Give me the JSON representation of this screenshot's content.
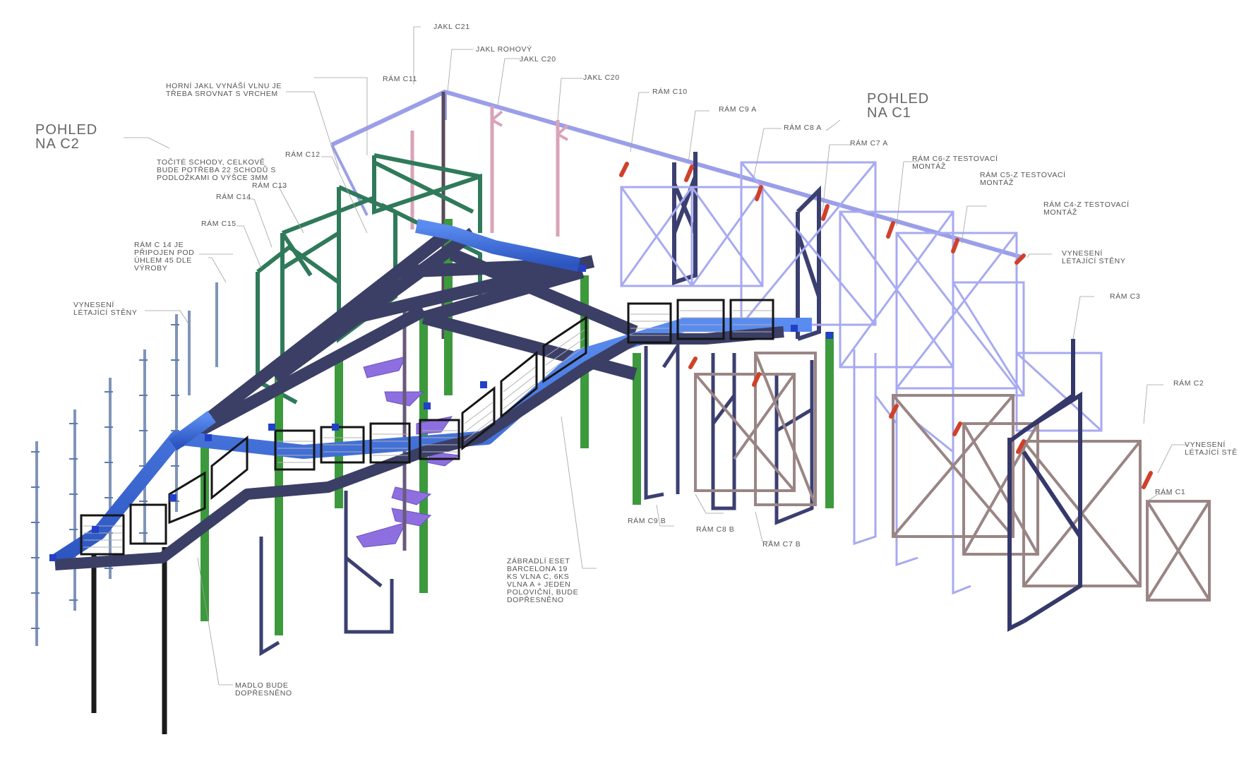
{
  "colors": {
    "walkway_blue": "#3f6fd6",
    "beam_dark": "#3b3f66",
    "frame_green": "#2f7a5a",
    "column_green": "#3c9a3c",
    "frame_navy": "#34386a",
    "frame_lavender": "#9b9ee8",
    "frame_brown": "#9a8585",
    "pink_post": "#d9a3b8",
    "bracket_red": "#d0402a",
    "stair_purple": "#8e6fe0",
    "wall_steel": "#7f94b8",
    "leader": "#9a9a9a"
  },
  "views": {
    "c2": "POHLED\nNA C2",
    "c1": "POHLED\nNA C1"
  },
  "labels": {
    "jakl_c21": "JAKL C21",
    "jakl_rohovy": "JAKL ROHOVÝ",
    "jakl_c20a": "JAKL C20",
    "jakl_c20b": "JAKL C20",
    "ram_c11": "RÁM C11",
    "ram_c10": "RÁM C10",
    "ram_c9a": "RÁM C9 A",
    "ram_c8a": "RÁM C8 A",
    "ram_c7a": "RÁM C7 A",
    "ram_c6z": "RÁM C6-Z TESTOVACÍ\nMONTÁŽ",
    "ram_c5z": "RÁM C5-Z TESTOVACÍ\nMONTÁŽ",
    "ram_c4z": "RÁM C4-Z TESTOVACÍ\nMONTÁŽ",
    "ram_c12": "RÁM C12",
    "ram_c13": "RÁM C13",
    "ram_c14": "RÁM C14",
    "ram_c15": "RÁM C15",
    "ram_c3": "RÁM C3",
    "ram_c2": "RÁM C2",
    "ram_c1": "RÁM C1",
    "ram_c9b": "RÁM C9 B",
    "ram_c8b": "RÁM C8 B",
    "ram_c7b": "RÁM C7 B",
    "horni_jakl": "HORNÍ JAKL VYNÁŠÍ VLNU JE\nTŘEBA SROVNAT S VRCHEM",
    "tocite_schody": "TOČITÉ SCHODY, CELKOVĚ\nBUDE POTŘEBA 22 SCHODŮ S\nPODLOŽKAMI O VÝŠCE 3MM",
    "ram_c14_note": "RÁM C 14 JE\nPŘIPOJEN POD\nÚHLEM 45 DLE\nVÝROBY",
    "vyneseni_left": "VYNESENÍ\nLÉTAJÍCÍ STĚNY",
    "vyneseni_mid": "VYNESENÍ\nLÉTAJÍCÍ STĚNY",
    "vyneseni_right": "VYNESENÍ\nLÉTAJÍCÍ STĚ",
    "zabradli": "ZÁBRADLÍ ESET\nBARCELONA 19\nKS VLNA C, 6KS\nVLNA A + JEDEN\nPOLOVIČNÍ, BUDE\nDOPŘESNĚNO",
    "madlo": "MADLO BUDE\nDOPŘESNĚNO"
  }
}
